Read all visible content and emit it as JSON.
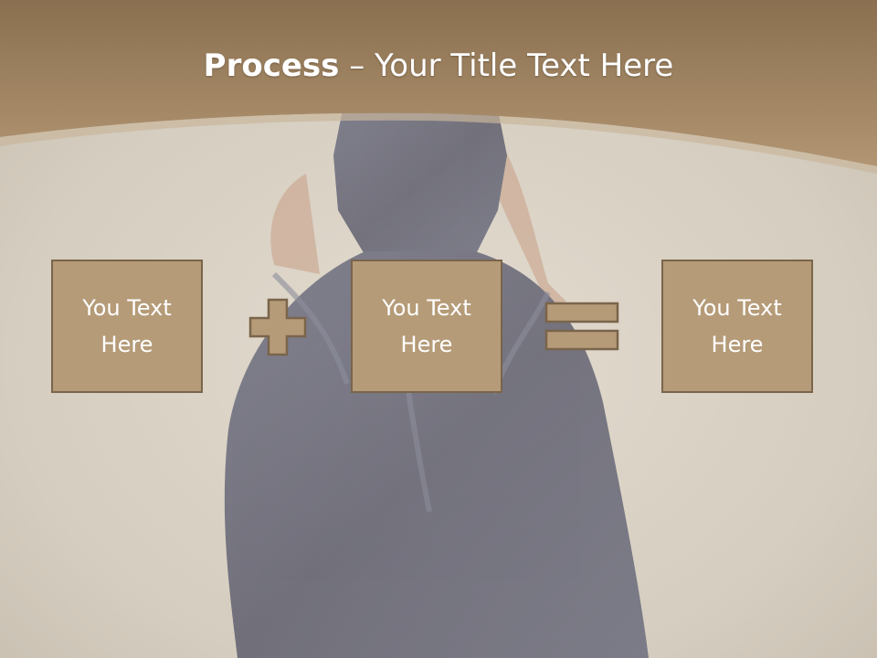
{
  "title": {
    "bold": "Process",
    "separator": " – ",
    "rest": "Your Title Text Here"
  },
  "boxes": [
    {
      "text": "You Text Here"
    },
    {
      "text": "You Text Here"
    },
    {
      "text": "You Text Here"
    }
  ],
  "operators": {
    "first": "plus-icon",
    "second": "equals-icon"
  },
  "colors": {
    "header": "#a58a67",
    "box_fill": "#b59b78",
    "box_border": "#7a654b",
    "background": "#d9d2c6",
    "dress": "#3a3d57"
  }
}
